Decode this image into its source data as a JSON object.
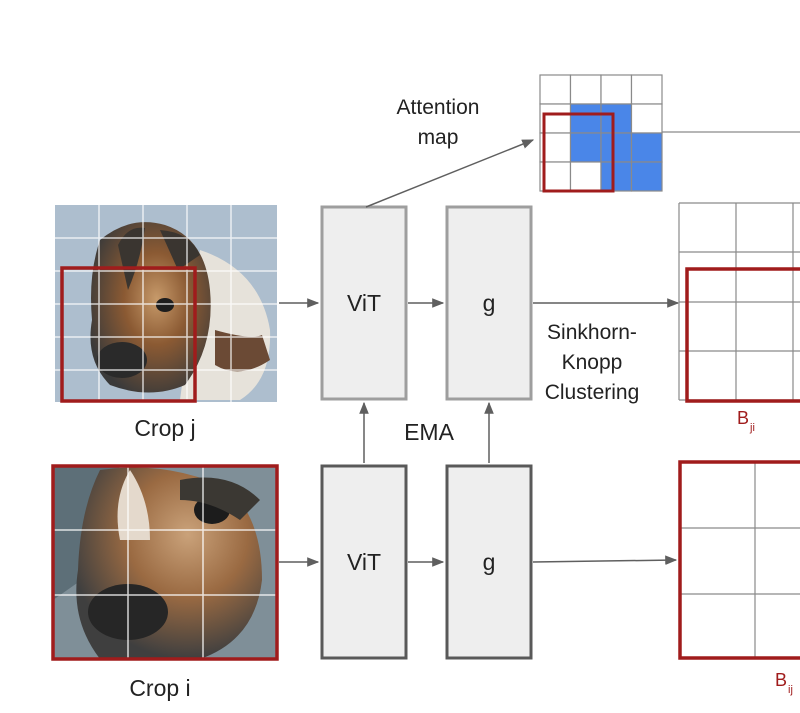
{
  "labels": {
    "attention_line1": "Attention",
    "attention_line2": "map",
    "vit_top": "ViT",
    "g_top": "g",
    "vit_bottom": "ViT",
    "g_bottom": "g",
    "ema": "EMA",
    "sinkhorn_line1": "Sinkhorn-",
    "sinkhorn_line2": "Knopp",
    "sinkhorn_line3": "Clustering",
    "crop_j": "Crop j",
    "crop_i": "Crop i",
    "b_ji_main": "B",
    "b_ji_sub": "ji",
    "b_ij_main": "B",
    "b_ij_sub": "ij"
  },
  "colors": {
    "crop_border": "#a01c1c",
    "attention_fill": "#4a86e8",
    "box_fill": "#eeeeee",
    "box_stroke_top": "#9e9e9e",
    "box_stroke_bottom": "#595959",
    "arrow": "#5f5f5f",
    "grid_line": "#8a8a8a"
  },
  "attention_map": {
    "cells": [
      [
        0,
        0,
        0,
        0
      ],
      [
        0,
        1,
        1,
        0
      ],
      [
        0,
        1,
        1,
        1
      ],
      [
        0,
        0,
        1,
        1
      ]
    ]
  }
}
